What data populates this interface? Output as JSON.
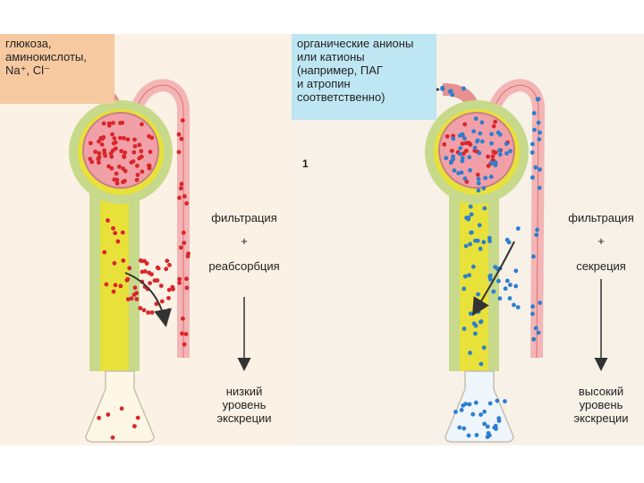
{
  "left": {
    "input_label_lines": [
      "глюкоза,",
      "аминокислоты,",
      "Na⁺, Cl⁻"
    ],
    "panel_number": "1",
    "step1": "фильтрация",
    "plus": "+",
    "step2": "реабсорбция",
    "result_lines": [
      "низкий",
      "уровень",
      "экскреции"
    ]
  },
  "right": {
    "input_label_lines": [
      "органические анионы",
      "или катионы",
      "(например, ПАГ",
      "и атропин",
      "соответственно)"
    ],
    "step1": "фильтрация",
    "plus": "+",
    "step2": "секреция",
    "result_lines": [
      "высокий",
      "уровень",
      "экскреции"
    ]
  },
  "colors": {
    "left_particles": "#d9262a",
    "right_particles": "#2b7fd0",
    "tubule_yellow": "#e8e13a",
    "capsule_green": "#c7d98a",
    "glomerulus": "#f2a0a8",
    "vessel": "#f6c4c4"
  }
}
